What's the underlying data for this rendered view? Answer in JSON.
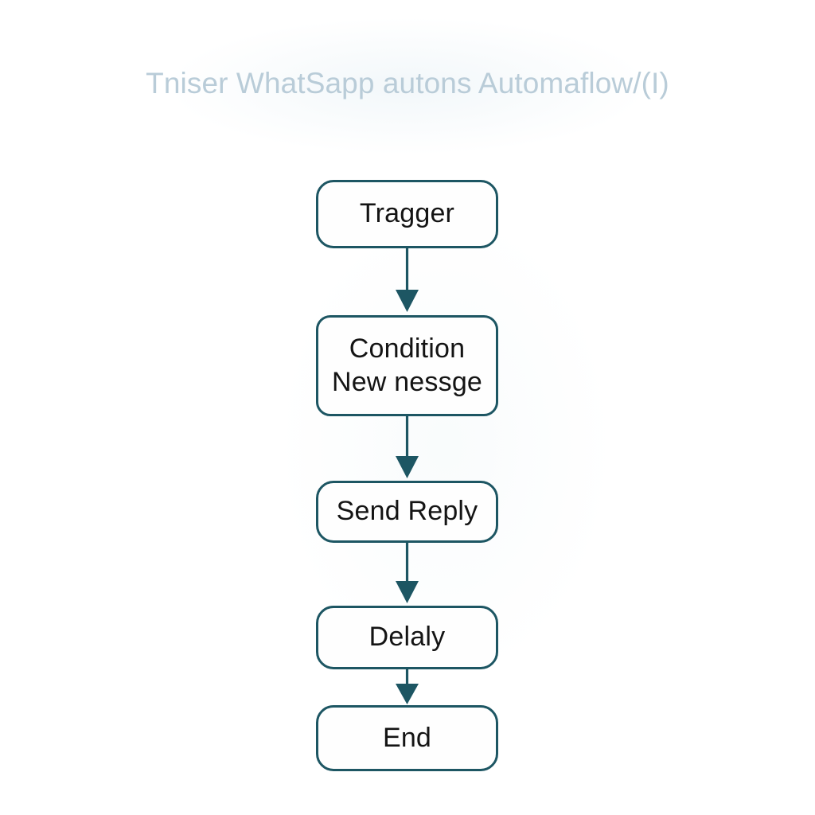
{
  "page": {
    "title": "Tniser WhatSapp autons Automaflow/(I)",
    "background_color": "#ffffff",
    "title_color": "#b9ccd8"
  },
  "theme": {
    "node_border_color": "#1d5663",
    "node_fill_color": "#fefefe",
    "node_text_color": "#141414",
    "connector_color": "#1d5663"
  },
  "flowchart": {
    "type": "flowchart",
    "orientation": "vertical-top-to-bottom",
    "nodes": [
      {
        "id": "trigger",
        "label": "Tragger",
        "lines": [
          "Tragger"
        ]
      },
      {
        "id": "condition",
        "label": "Condition New nessge",
        "lines": [
          "Condition",
          "New nessge"
        ]
      },
      {
        "id": "send",
        "label": "Send Reply",
        "lines": [
          "Send Reply"
        ]
      },
      {
        "id": "delay",
        "label": "Delaly",
        "lines": [
          "Delaly"
        ]
      },
      {
        "id": "end",
        "label": "End",
        "lines": [
          "End"
        ]
      }
    ],
    "edges": [
      {
        "from": "trigger",
        "to": "condition",
        "arrow": "down-arrow"
      },
      {
        "from": "condition",
        "to": "send",
        "arrow": "down-arrow"
      },
      {
        "from": "send",
        "to": "delay",
        "arrow": "down-arrow"
      },
      {
        "from": "delay",
        "to": "end",
        "arrow": "down-arrow"
      }
    ]
  }
}
